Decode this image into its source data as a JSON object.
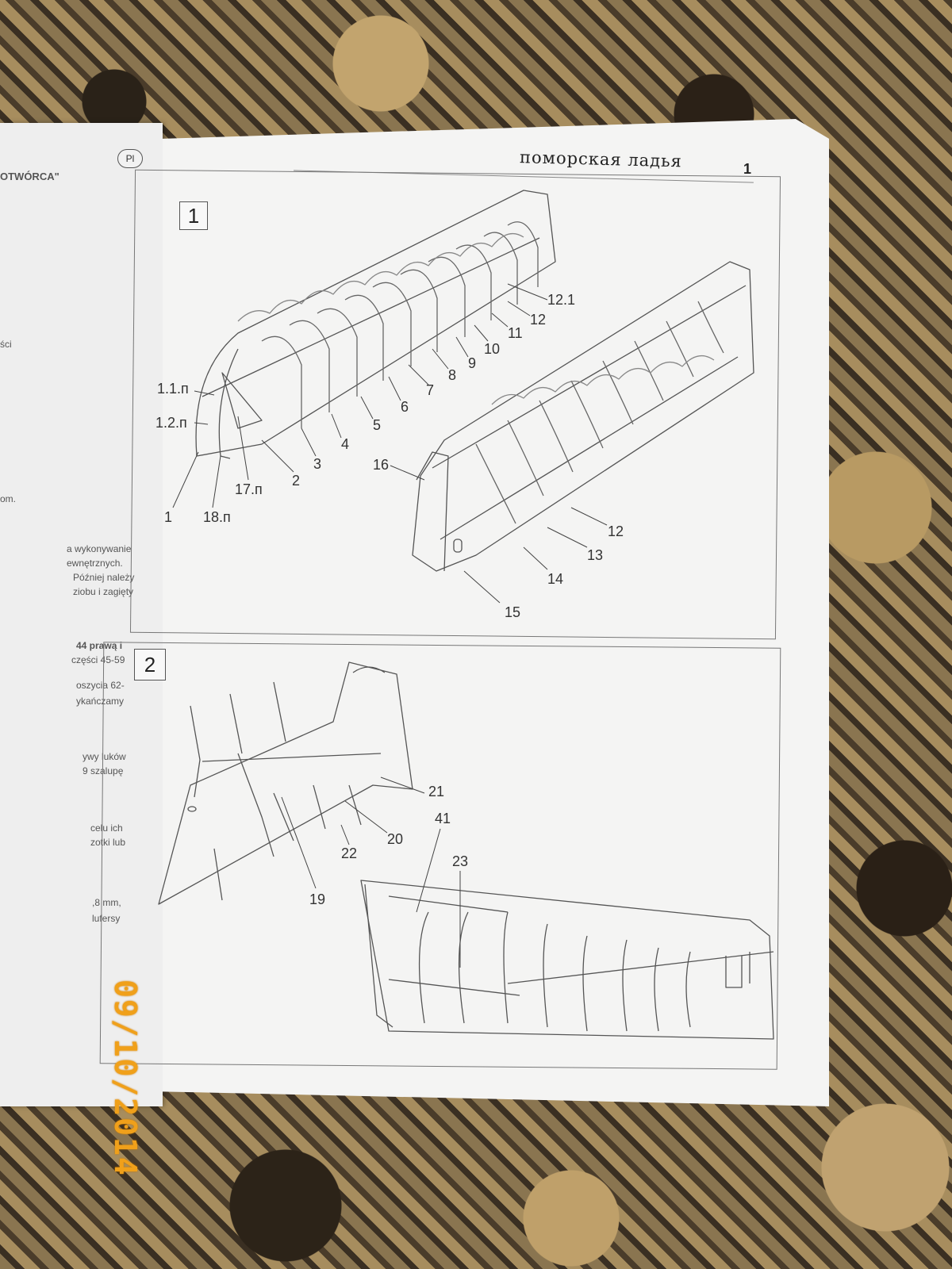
{
  "left_page": {
    "badge": "Pl",
    "fragments": [
      "OTWÓRCA\"",
      "ści",
      "om.",
      "a wykonywanie",
      "ewnętrznych.",
      "Później należy",
      "ziobu i zagięty",
      "44 prawą i",
      "części 45-59",
      "oszycia 62-",
      "ykańczamy",
      "ywy luków",
      "9 szalupę",
      "celu ich",
      "zotki lub",
      ",8 mm,",
      "lufersy"
    ]
  },
  "right_page": {
    "header_title": "поморская ладья",
    "page_number": "1",
    "panel_1": {
      "step": "1",
      "callouts": [
        "1.1.п",
        "1.2.п",
        "1",
        "18.п",
        "17.п",
        "2",
        "3",
        "4",
        "5",
        "6",
        "7",
        "8",
        "9",
        "10",
        "11",
        "12",
        "12.1",
        "16",
        "12",
        "13",
        "14",
        "15"
      ]
    },
    "panel_2": {
      "step": "2",
      "callouts": [
        "21",
        "41",
        "20",
        "22",
        "23",
        "19"
      ]
    }
  },
  "photo_datestamp": "09/10/2014"
}
